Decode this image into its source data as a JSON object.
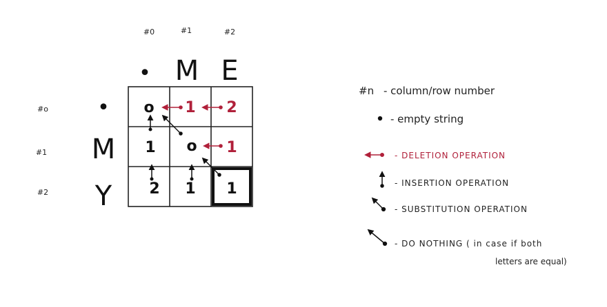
{
  "col_numbers": [
    "#0",
    "#1",
    "#2"
  ],
  "row_numbers": [
    "#o",
    "#1",
    "#2"
  ],
  "col_letters": [
    "•",
    "M",
    "E"
  ],
  "row_letters": [
    "•",
    "M",
    "Y"
  ],
  "matrix": [
    [
      "o",
      "1",
      "2"
    ],
    [
      "1",
      "o",
      "1"
    ],
    [
      "2",
      "1",
      "1"
    ]
  ],
  "legend": {
    "col_row": {
      "symbol": "#n",
      "text": "- column/row number"
    },
    "empty": {
      "text": "- empty string"
    },
    "deletion": {
      "text": "- DELETION OPERATION"
    },
    "insertion": {
      "text": "- INSERTION OPERATION"
    },
    "substitution": {
      "text": "- SUBSTITUTION OPERATION"
    },
    "nothing_line1": {
      "text": "- DO NOTHING  ( in case if both"
    },
    "nothing_line2": {
      "text": "letters are equal)"
    }
  },
  "colors": {
    "deletion": "#b0203a",
    "ink": "#111111"
  }
}
